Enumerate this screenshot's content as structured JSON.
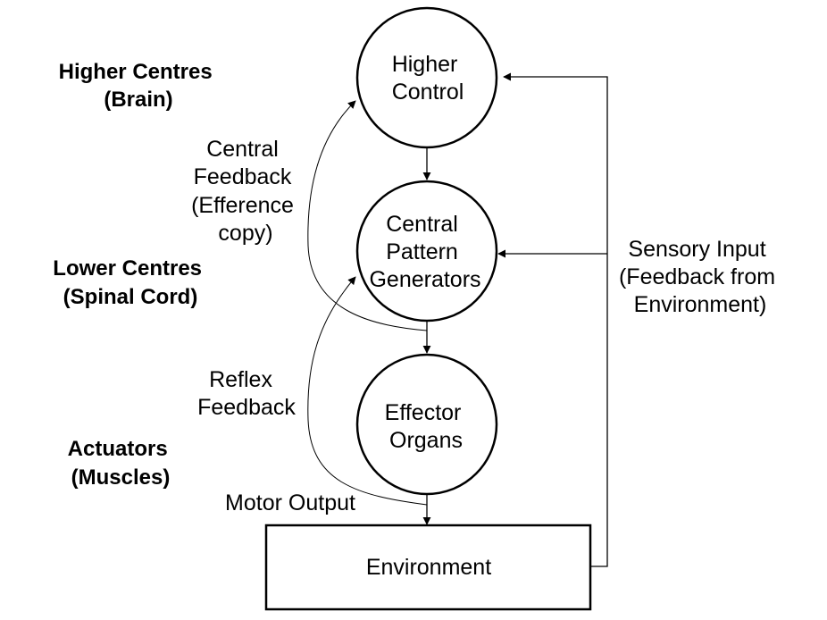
{
  "nodes": {
    "higher_control": [
      "Higher",
      "Control"
    ],
    "cpg": [
      "Central",
      "Pattern",
      "Generators"
    ],
    "effector": [
      "Effector",
      "Organs"
    ],
    "environment": [
      "Environment"
    ]
  },
  "levels": {
    "higher": [
      "Higher Centres",
      "(Brain)"
    ],
    "lower": [
      "Lower Centres",
      "(Spinal Cord)"
    ],
    "actuators": [
      "Actuators",
      "(Muscles)"
    ]
  },
  "edges": {
    "central_feedback": [
      "Central",
      "Feedback",
      "(Efference",
      "copy)"
    ],
    "reflex_feedback": [
      "Reflex",
      "Feedback"
    ],
    "motor_output": [
      "Motor Output"
    ],
    "sensory_input": [
      "Sensory Input",
      "(Feedback from",
      "Environment)"
    ]
  }
}
